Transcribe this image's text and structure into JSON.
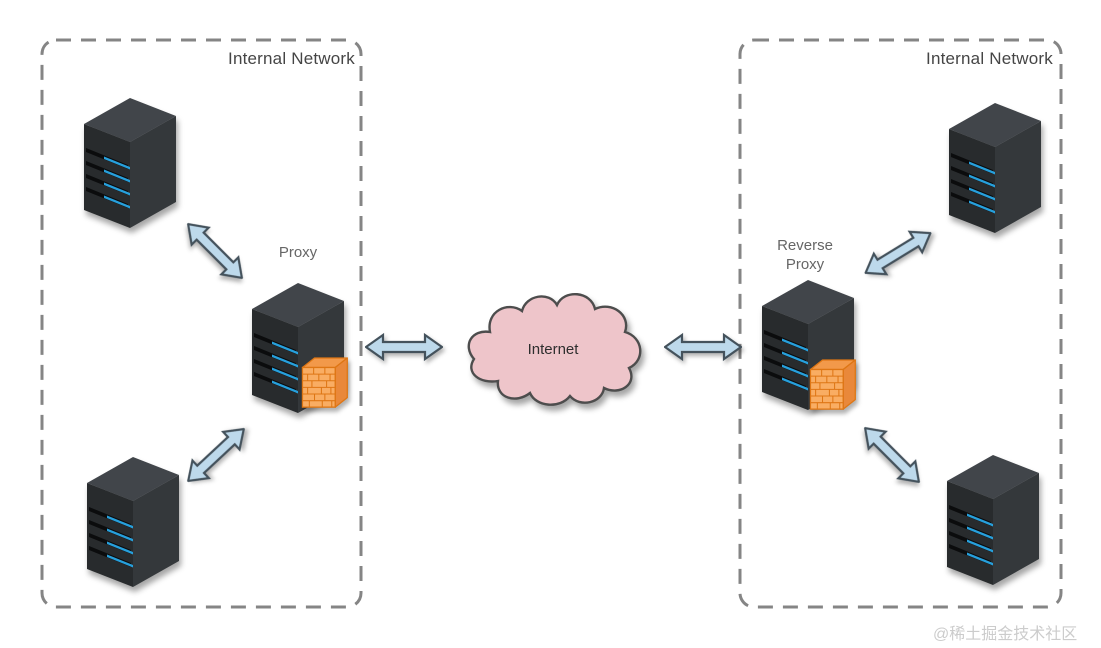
{
  "diagram": {
    "left_network": {
      "label": "Internal Network",
      "proxy": {
        "label": "Proxy"
      },
      "servers": [
        "server-top",
        "server-bottom"
      ]
    },
    "right_network": {
      "label": "Internal Network",
      "reverse_proxy": {
        "label": "Reverse Proxy"
      },
      "servers": [
        "server-top",
        "server-bottom"
      ]
    },
    "internet": {
      "label": "Internet"
    },
    "edges": [
      {
        "from": "left-server-top",
        "to": "proxy",
        "type": "bidirectional"
      },
      {
        "from": "left-server-bottom",
        "to": "proxy",
        "type": "bidirectional"
      },
      {
        "from": "proxy",
        "to": "internet",
        "type": "bidirectional"
      },
      {
        "from": "internet",
        "to": "reverse-proxy",
        "type": "bidirectional"
      },
      {
        "from": "reverse-proxy",
        "to": "right-server-top",
        "type": "bidirectional"
      },
      {
        "from": "reverse-proxy",
        "to": "right-server-bottom",
        "type": "bidirectional"
      }
    ],
    "icons": {
      "server": "server-tower-icon",
      "firewall": "firewall-brick-wall-icon",
      "internet": "cloud-shape",
      "connection": "double-headed-arrow"
    }
  },
  "colors": {
    "background": "#ffffff",
    "box_border": "#858585",
    "network_label": "#454545",
    "node_label": "#666666",
    "arrow_fill": "#bdd9eb",
    "arrow_stroke": "#44525c",
    "cloud_fill": "#eec5ca",
    "cloud_stroke": "#4d4d4d",
    "internet_label": "#2e2e2e",
    "server_body": "#303437",
    "server_led": "#27a0dc",
    "firewall_front": "#f9ad63",
    "firewall_mortar": "#de7614",
    "watermark": "#cccccc"
  },
  "watermark": {
    "text": "@稀土掘金技术社区"
  }
}
